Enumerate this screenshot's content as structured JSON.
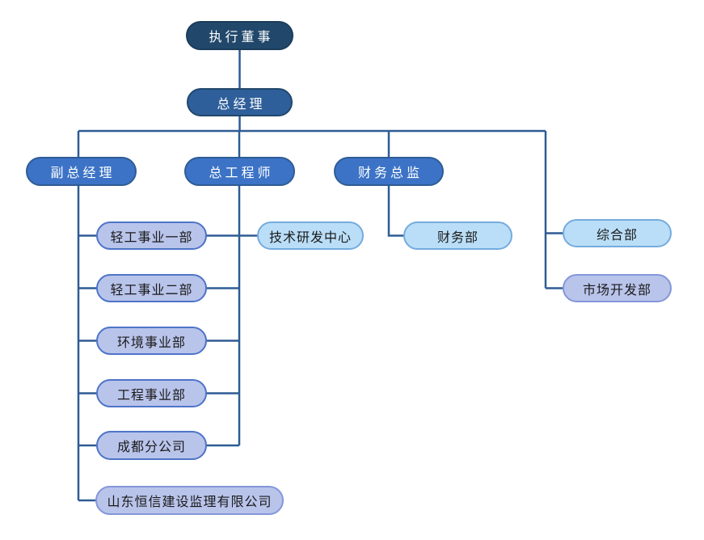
{
  "chart_type": "org-chart",
  "nodes": {
    "executive-director": "执行董事",
    "general-manager": "总经理",
    "deputy-general-manager": "副总经理",
    "chief-engineer": "总工程师",
    "finance-director": "财务总监",
    "light-industry-dept-1": "轻工事业一部",
    "light-industry-dept-2": "轻工事业二部",
    "environment-dept": "环境事业部",
    "engineering-dept": "工程事业部",
    "chengdu-branch": "成都分公司",
    "shandong-hengxin-company": "山东恒信建设监理有限公司",
    "tech-rd-center": "技术研发中心",
    "finance-dept": "财务部",
    "general-affairs-dept": "综合部",
    "market-development-dept": "市场开发部"
  },
  "hierarchy": {
    "执行董事": {
      "总经理": {
        "副总经理": [
          "轻工事业一部",
          "轻工事业二部",
          "环境事业部",
          "工程事业部",
          "成都分公司",
          "山东恒信建设监理有限公司"
        ],
        "总工程师": [
          "技术研发中心"
        ],
        "财务总监": [
          "财务部"
        ],
        "_direct": [
          "综合部",
          "市场开发部"
        ]
      }
    }
  },
  "colors": {
    "level1_fill": "#21486B",
    "level2_fill": "#2F5F9A",
    "level3_fill": "#3C73C6",
    "lavender_fill": "#B9C4EB",
    "lavender_border": "#4E74C8",
    "lavender_soft_border": "#8396D9",
    "sky_fill": "#BADEF7",
    "sky_border": "#74ABDE",
    "connector": "#2E5C94",
    "background": "#FFFFFF"
  }
}
